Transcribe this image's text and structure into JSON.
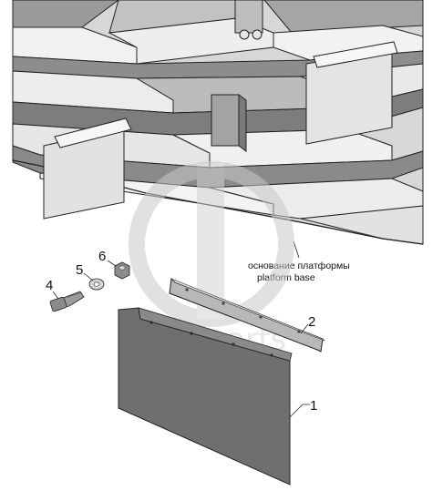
{
  "frame": {
    "label_ru": "основание платформы",
    "label_en": "platform base"
  },
  "parts": [
    {
      "number": "1"
    },
    {
      "number": "2"
    },
    {
      "number": "4"
    },
    {
      "number": "5"
    },
    {
      "number": "6"
    }
  ],
  "watermark": {
    "text": "data-parts"
  },
  "colors": {
    "metal_dark": "#7d7d7d",
    "metal_mid": "#b0b0b0",
    "metal_light": "#e4e4e4",
    "rubber_flap": "#6f6f6f",
    "line": "#222222"
  }
}
